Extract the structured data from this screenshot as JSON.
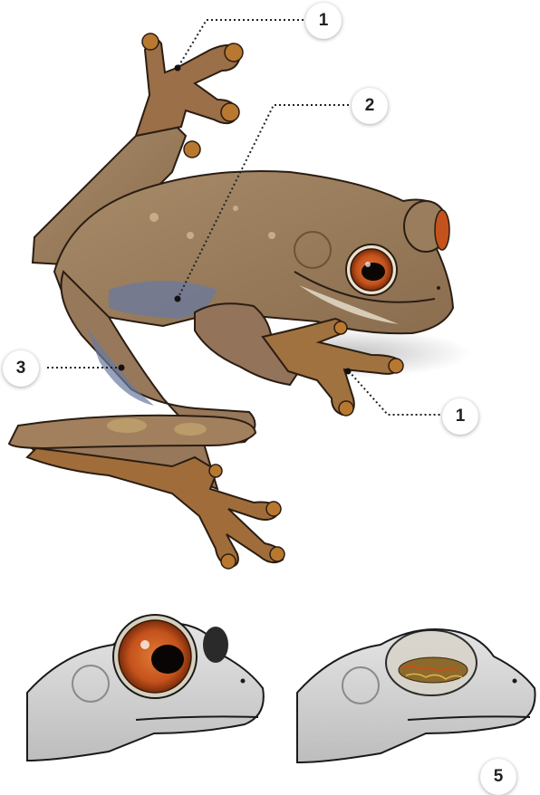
{
  "callouts": [
    {
      "id": "toe-pads-top",
      "number": "1"
    },
    {
      "id": "belly-spots",
      "number": "2"
    },
    {
      "id": "hind-leg",
      "number": "3"
    },
    {
      "id": "toe-pads-front",
      "number": "1"
    },
    {
      "id": "eyelid-panel",
      "number": "5"
    }
  ],
  "colors": {
    "skin": "#9a7d5c",
    "skin_dark": "#6e5238",
    "toe_pads": "#b9782f",
    "eye_iris": "#c4521c",
    "belly_blue": "#6a7aa0",
    "inset_gray": "#cfcfcf"
  },
  "panels": {
    "eye_open": {
      "name": "eye-open-inset"
    },
    "eye_closed": {
      "name": "eye-closed-inset"
    }
  }
}
